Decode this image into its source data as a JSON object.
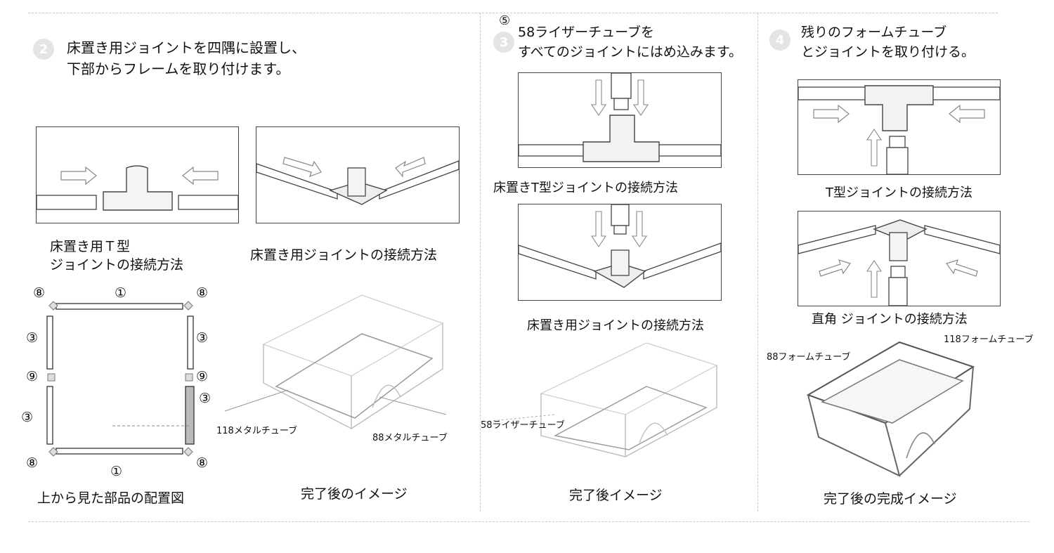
{
  "step2": {
    "number": "2",
    "heading_line1": "床置き用ジョイントを四隅に設置し、",
    "heading_line2": "下部からフレームを取り付けます。",
    "caption_t_line1": "床置き用Ｔ型",
    "caption_t_line2": "ジョイントの接続方法",
    "caption_corner": "床置き用ジョイントの接続方法",
    "caption_layout": "上から見た部品の配置図",
    "caption_complete": "完了後のイメージ",
    "label_118": "118メタルチューブ",
    "label_88": "88メタルチューブ",
    "layout_labels": {
      "p1": "①",
      "p3": "③",
      "p8": "⑧",
      "p9": "⑨"
    }
  },
  "step3": {
    "number": "3",
    "sub_number": "⑤",
    "heading_line1": "58ライザーチューブを",
    "heading_line2": "すべてのジョイントにはめ込みます。",
    "caption_t": "床置きT型ジョイントの接続方法",
    "caption_corner": "床置き用ジョイントの接続方法",
    "caption_complete": "完了後イメージ",
    "label_58": "58ライザーチューブ"
  },
  "step4": {
    "number": "4",
    "heading_line1": "残りのフォームチューブ",
    "heading_line2": "とジョイントを取り付ける。",
    "caption_t": "T型ジョイントの接続方法",
    "caption_corner": "直角 ジョイントの接続方法",
    "caption_complete": "完了後の完成イメージ",
    "label_88": "88フォームチューブ",
    "label_118": "118フォームチューブ"
  }
}
